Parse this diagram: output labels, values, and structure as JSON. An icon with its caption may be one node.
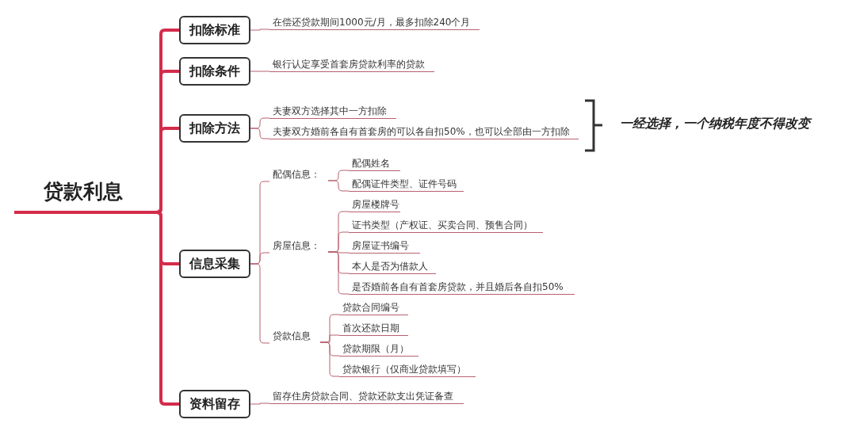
{
  "diagram": {
    "nodes": [
      {
        "text": [
          "贷款利息"
        ]
      },
      {
        "text": [
          "扣除标准"
        ]
      },
      {
        "text": [
          "扣除条件"
        ]
      },
      {
        "text": [
          "扣除方法"
        ]
      },
      {
        "text": [
          "信息采集"
        ]
      },
      {
        "text": [
          "资料留存"
        ]
      },
      {
        "text": [
          "在偿还贷款期间1000元/月，最多扣除240个月"
        ]
      },
      {
        "text": [
          "银行认定享受首套房贷款利率的贷款"
        ]
      },
      {
        "text": [
          "夫妻双方选择其中一方扣除"
        ]
      },
      {
        "text": [
          "夫妻双方婚前各自有首套房的可以各自扣50%，也可以全部由一方扣除"
        ]
      },
      {
        "text": [
          "配偶信息："
        ]
      },
      {
        "text": [
          "配偶姓名"
        ]
      },
      {
        "text": [
          "配偶证件类型、证件号码"
        ]
      },
      {
        "text": [
          "房屋信息："
        ]
      },
      {
        "text": [
          "房屋楼牌号"
        ]
      },
      {
        "text": [
          "证书类型（产权证、买卖合同、预售合同）"
        ]
      },
      {
        "text": [
          "房屋证书编号"
        ]
      },
      {
        "text": [
          "本人是否为借款人"
        ]
      },
      {
        "text": [
          "是否婚前各自有首套房贷款，并且婚后各自扣50%"
        ]
      },
      {
        "text": [
          "贷款信息"
        ]
      },
      {
        "text": [
          "贷款合同编号"
        ]
      },
      {
        "text": [
          "首次还款日期"
        ]
      },
      {
        "text": [
          "贷款期限（月）"
        ]
      },
      {
        "text": [
          "贷款银行（仅商业贷款填写）"
        ]
      },
      {
        "text": [
          "留存住房贷款合同、贷款还款支出凭证备查"
        ]
      }
    ],
    "edges": [
      {
        "from": 0,
        "to": 1,
        "arrow": "none",
        "style": "thick",
        "color": "#d42c4c"
      },
      {
        "from": 0,
        "to": 2,
        "arrow": "none",
        "style": "thick",
        "color": "#d42c4c"
      },
      {
        "from": 0,
        "to": 3,
        "arrow": "none",
        "style": "thick",
        "color": "#d42c4c"
      },
      {
        "from": 0,
        "to": 4,
        "arrow": "none",
        "style": "thick",
        "color": "#d42c4c"
      },
      {
        "from": 0,
        "to": 5,
        "arrow": "none",
        "style": "thick",
        "color": "#d42c4c"
      },
      {
        "from": 1,
        "to": 6,
        "arrow": "none"
      },
      {
        "from": 2,
        "to": 7,
        "arrow": "none"
      },
      {
        "from": 3,
        "to": 8,
        "arrow": "none"
      },
      {
        "from": 3,
        "to": 9,
        "arrow": "none"
      },
      {
        "from": 4,
        "to": 10,
        "arrow": "none"
      },
      {
        "from": 4,
        "to": 13,
        "arrow": "none"
      },
      {
        "from": 4,
        "to": 19,
        "arrow": "none"
      },
      {
        "from": 10,
        "to": 11,
        "arrow": "none"
      },
      {
        "from": 10,
        "to": 12,
        "arrow": "none"
      },
      {
        "from": 13,
        "to": 14,
        "arrow": "none"
      },
      {
        "from": 13,
        "to": 15,
        "arrow": "none"
      },
      {
        "from": 13,
        "to": 16,
        "arrow": "none"
      },
      {
        "from": 13,
        "to": 17,
        "arrow": "none"
      },
      {
        "from": 13,
        "to": 18,
        "arrow": "none"
      },
      {
        "from": 19,
        "to": 20,
        "arrow": "none"
      },
      {
        "from": 19,
        "to": 21,
        "arrow": "none"
      },
      {
        "from": 19,
        "to": 22,
        "arrow": "none"
      },
      {
        "from": 19,
        "to": 23,
        "arrow": "none"
      },
      {
        "from": 5,
        "to": 24,
        "arrow": "none"
      }
    ],
    "labels": [
      "一经选择，一个纳税年度不得改变"
    ]
  }
}
